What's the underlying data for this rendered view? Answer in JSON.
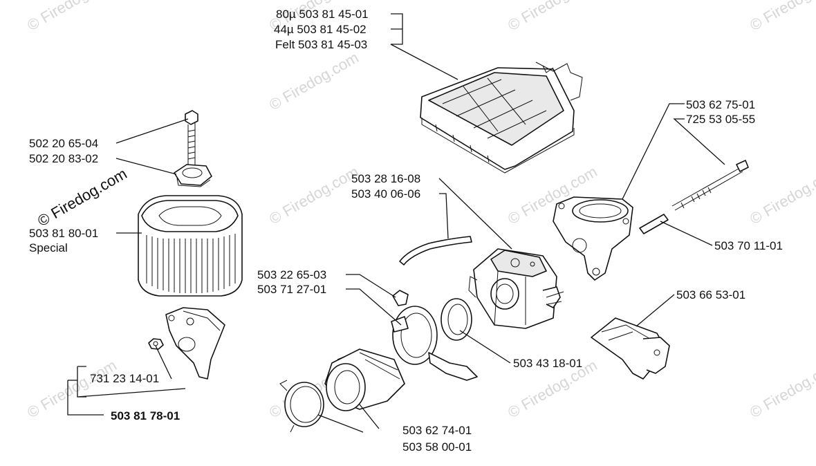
{
  "watermarks": [
    "© Firedog.com",
    "© Firedog.com",
    "© Firedog.com",
    "© Firedog.com",
    "© Firedog.com",
    "© Firedog.com",
    "© Firedog.com",
    "© Firedog.com",
    "© Firedog.com",
    "© Firedog.com",
    "© Firedog.com",
    "© Firedog.com"
  ],
  "watermark_main": "© Firedog.com",
  "labels": {
    "air_filter_80": "80µ 503 81 45-01",
    "air_filter_44": "44µ 503 81 45-02",
    "air_filter_felt": "Felt 503 81 45-03",
    "bolt": "502 20 65-04",
    "nut_holder": "502 20 83-02",
    "pre_filter": "503 81 80-01",
    "pre_filter_note": "Special",
    "nut": "731 23 14-01",
    "filter_holder_kit": "503 81 78-01",
    "hose": "503 28 16-08",
    "hose_alt": "503 40 06-06",
    "clamp": "503 22 65-03",
    "bracket": "503 71 27-01",
    "carb_gasket": "503 43 18-01",
    "intake_boot": "503 62 74-01",
    "intake_clamp": "503 58 00-01",
    "carb_holder": "503 62 75-01",
    "long_screw": "725 53 05-55",
    "stud": "503 70 11-01",
    "throttle_part": "503 66 53-01"
  }
}
